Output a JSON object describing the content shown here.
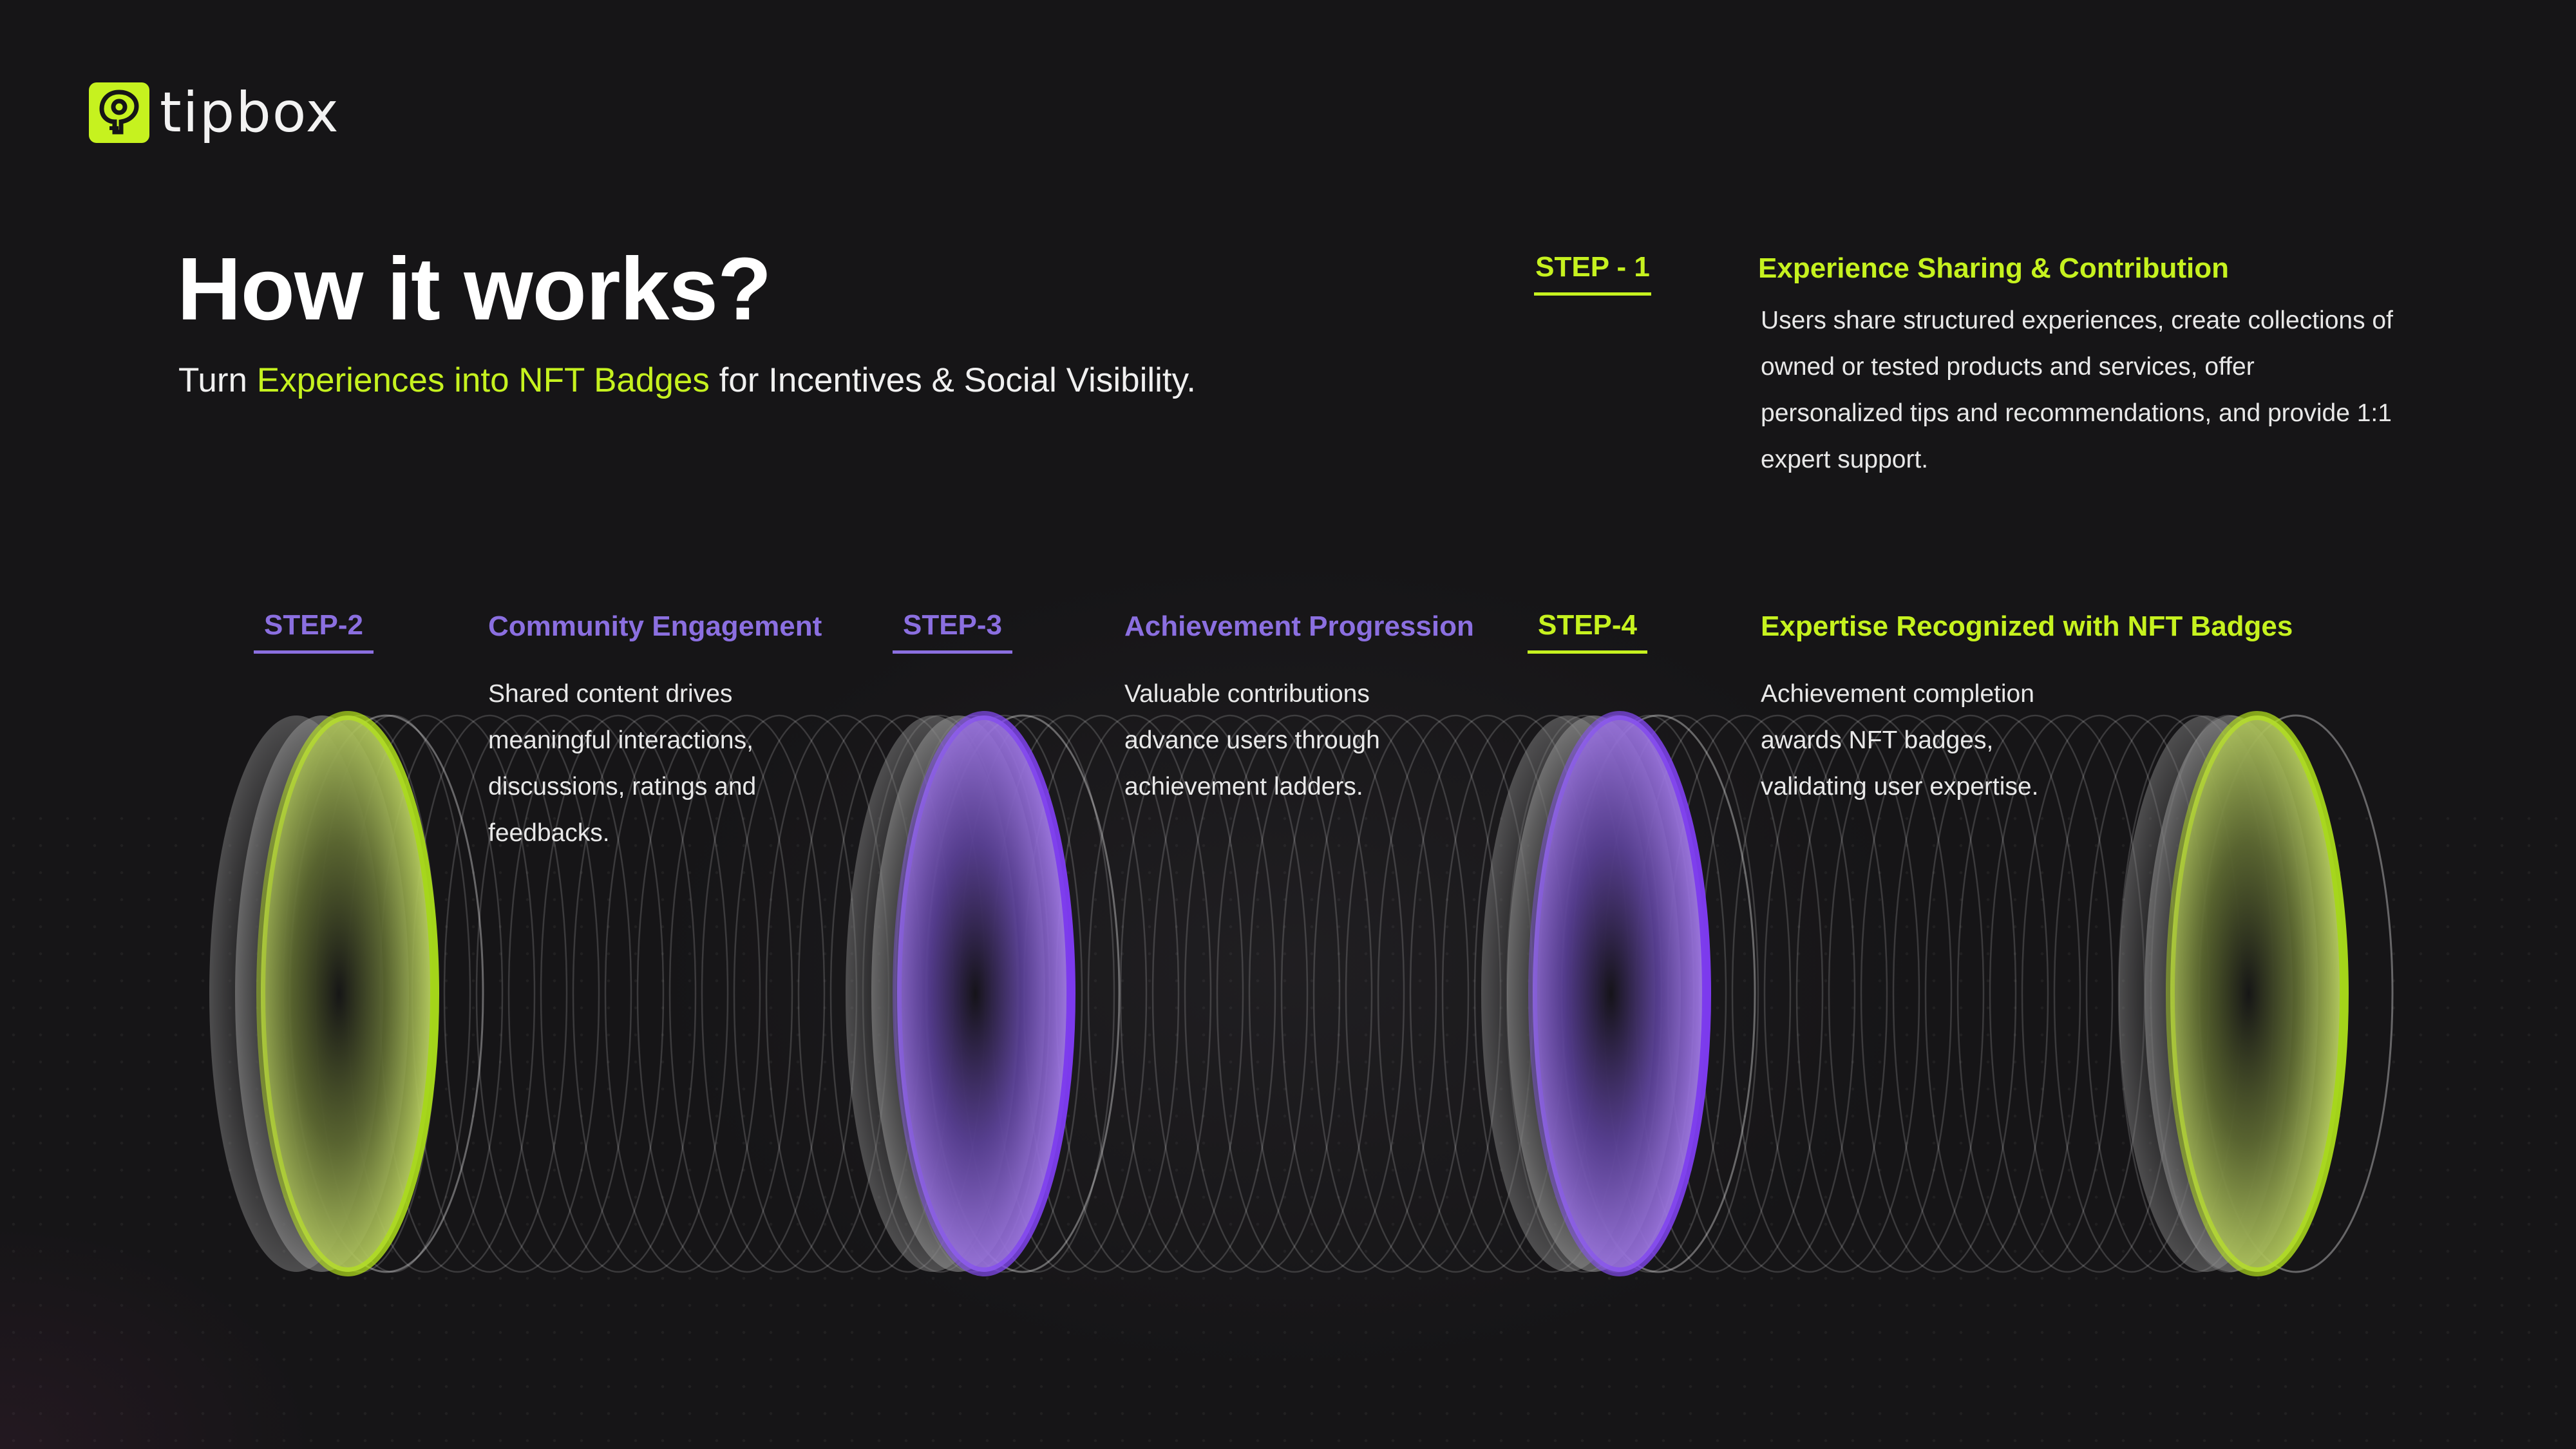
{
  "brand": {
    "name": "tipbox",
    "accent_lime": "#c6f21f",
    "accent_violet": "#8b6fe0",
    "background": "#161517"
  },
  "hero": {
    "title": "How it works?",
    "subtitle_prefix": "Turn ",
    "subtitle_highlight": "Experiences into NFT Badges",
    "subtitle_suffix": " for Incentives & Social Visibility."
  },
  "steps": [
    {
      "tag": "STEP - 1",
      "title": "Experience Sharing & Contribution",
      "lines": [
        "Users share structured experiences, create collections of",
        "owned or tested products and services, offer",
        "personalized tips and recommendations, and provide 1:1",
        "expert support."
      ],
      "color": "#c6f21f"
    },
    {
      "tag": "STEP-2",
      "title": "Community Engagement",
      "lines": [
        "Shared content drives",
        "meaningful interactions,",
        "discussions, ratings and",
        "feedbacks."
      ],
      "color": "#8b6fe0"
    },
    {
      "tag": "STEP-3",
      "title": "Achievement Progression",
      "lines": [
        "Valuable contributions",
        "advance users through",
        "achievement ladders."
      ],
      "color": "#8b6fe0"
    },
    {
      "tag": "STEP-4",
      "title": "Expertise Recognized with NFT Badges",
      "lines": [
        "Achievement completion",
        "awards NFT badges,",
        "validating user expertise."
      ],
      "color": "#c6f21f"
    }
  ],
  "visual": {
    "rings": [
      "lime",
      "violet",
      "violet",
      "lime"
    ],
    "icon": "rings-tunnel-illustration"
  }
}
